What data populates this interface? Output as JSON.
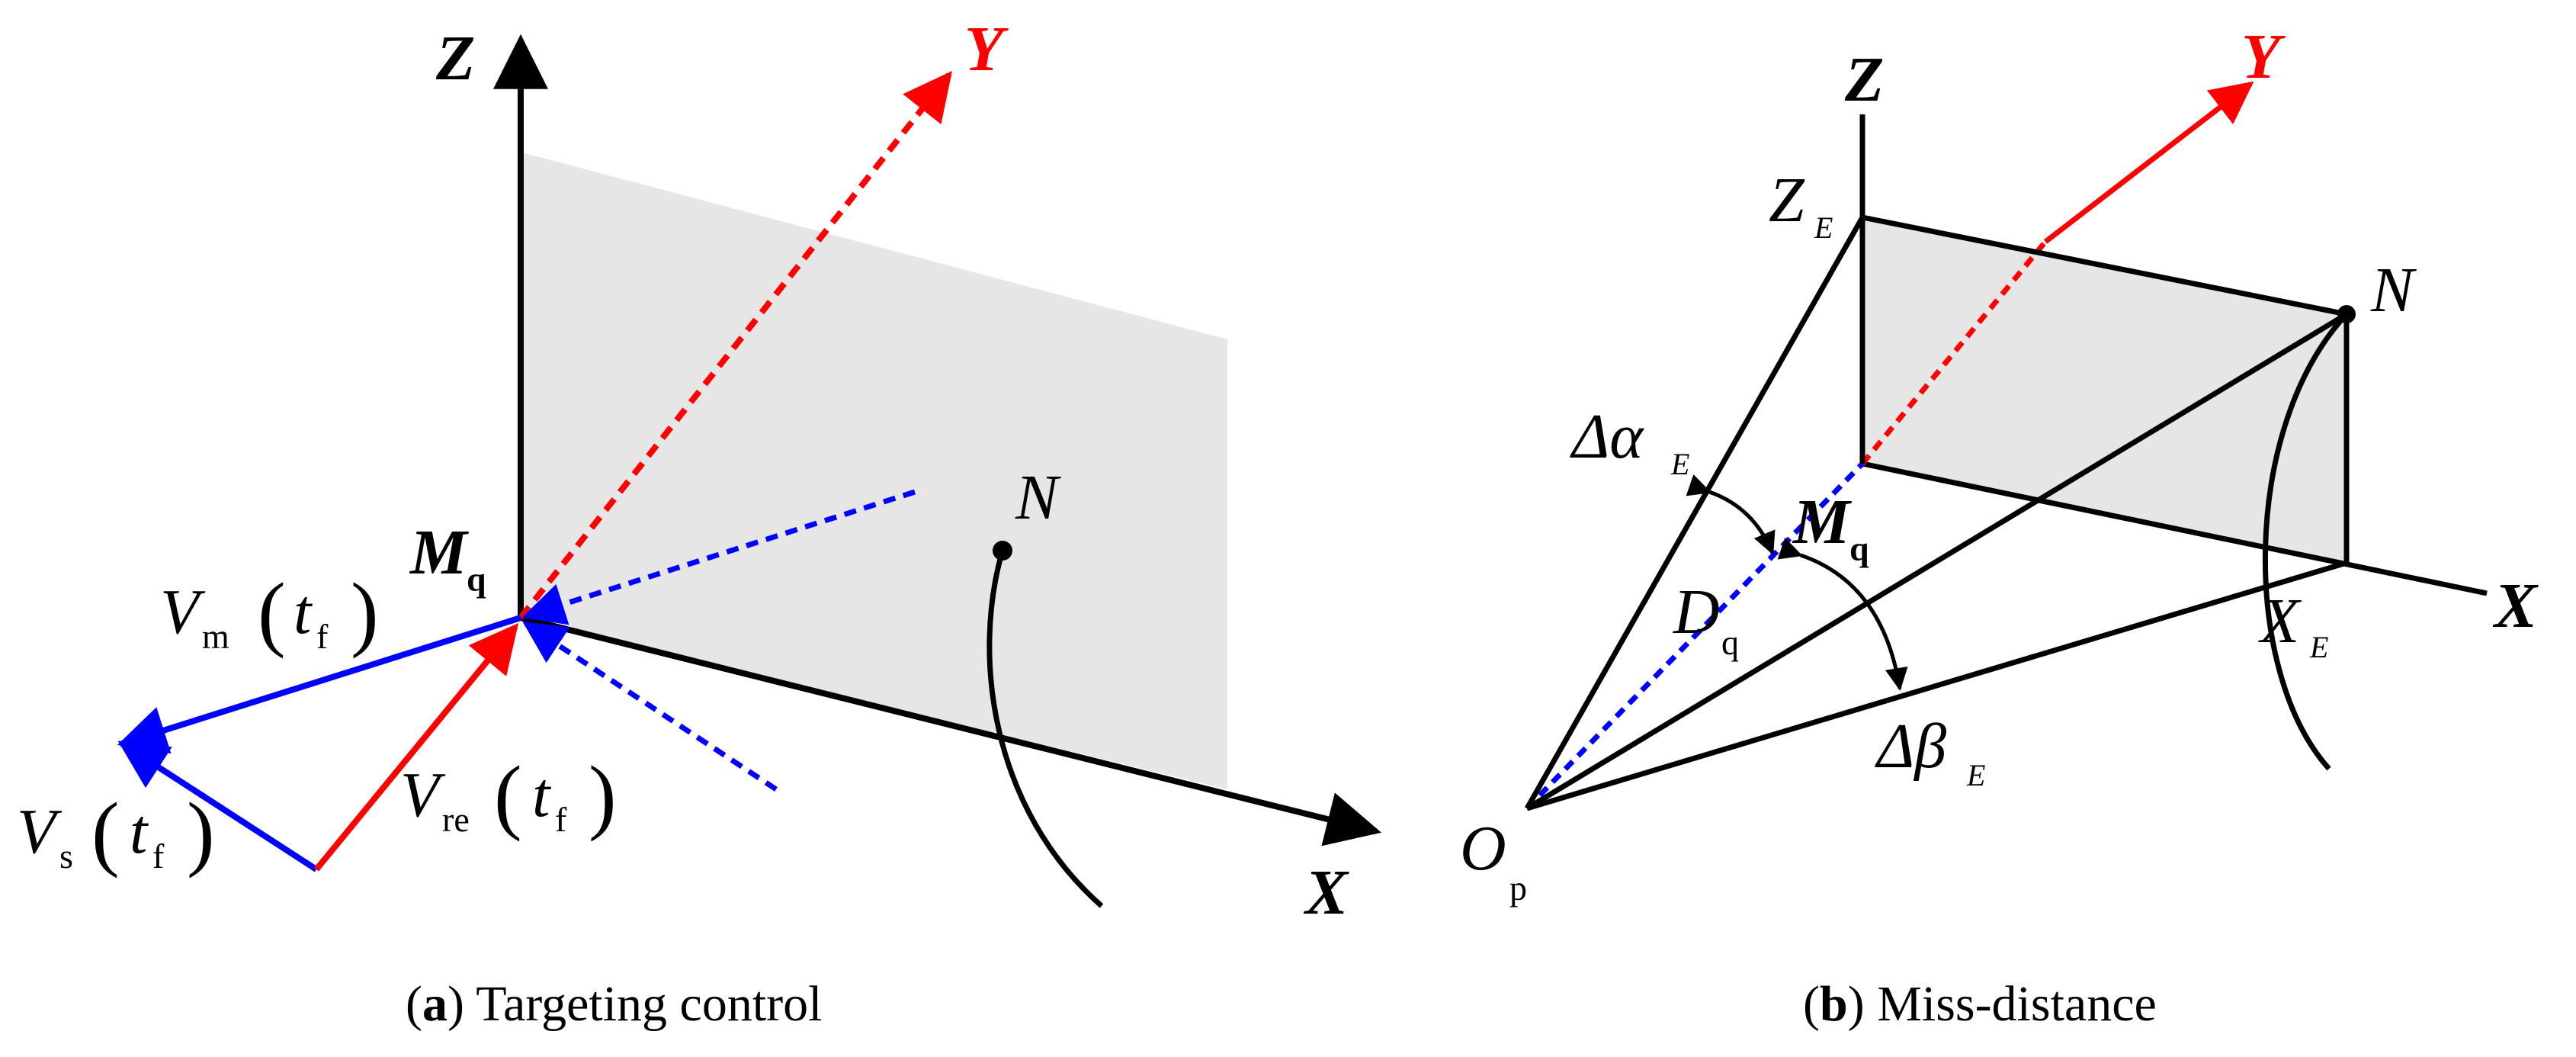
{
  "colors": {
    "axis": "#000000",
    "red_vector": "#ff0000",
    "blue_vector": "#0000ff",
    "plane_fill": "#e6e6e6"
  },
  "panel_a": {
    "axes": {
      "x": "X",
      "y": "Y",
      "z": "Z"
    },
    "origin_label": {
      "main": "M",
      "sub": "q"
    },
    "point_label": "N",
    "vm": {
      "main": "V",
      "sub": "m",
      "arg": "t",
      "arg_sub": "f"
    },
    "vs": {
      "main": "V",
      "sub": "s",
      "arg": "t",
      "arg_sub": "f"
    },
    "vre": {
      "main": "V",
      "sub": "re",
      "arg": "t",
      "arg_sub": "f"
    },
    "caption": {
      "letter": "a",
      "text": "Targeting control"
    }
  },
  "panel_b": {
    "axes": {
      "x": "X",
      "y": "Y",
      "z": "Z"
    },
    "ze": {
      "main": "Z",
      "sub": "E"
    },
    "xe": {
      "main": "X",
      "sub": "E"
    },
    "point_label": "N",
    "origin_label": {
      "main": "M",
      "sub": "q"
    },
    "op": {
      "main": "O",
      "sub": "p"
    },
    "dq": {
      "main": "D",
      "sub": "q"
    },
    "dalpha": {
      "main": "Δα",
      "sub": "E"
    },
    "dbeta": {
      "main": "Δβ",
      "sub": "E"
    },
    "caption": {
      "letter": "b",
      "text": "Miss-distance"
    }
  }
}
